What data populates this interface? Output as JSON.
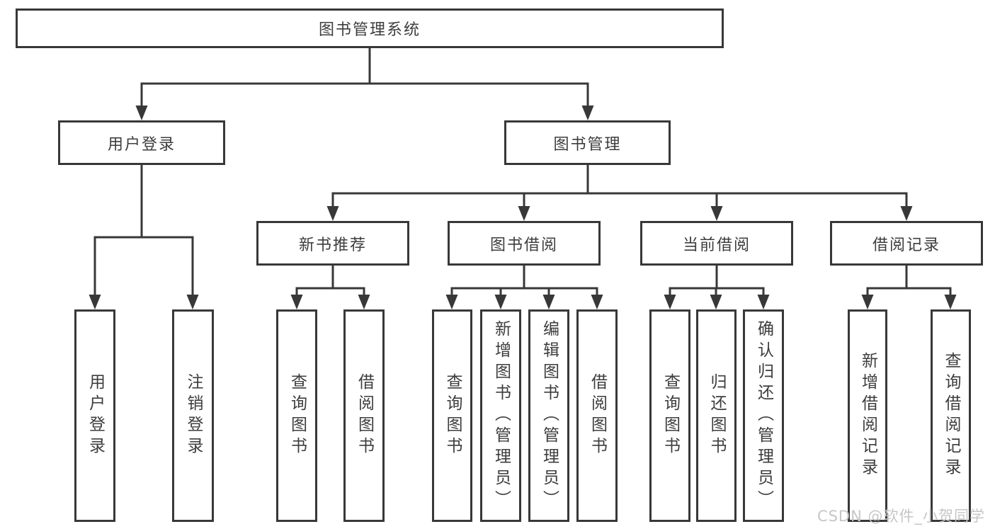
{
  "colors": {
    "line": "#383838",
    "text": "#3d3d3d",
    "box_background": "#ffffff",
    "watermark_text": "#c6c6c6"
  },
  "tree": {
    "root": "图书管理系统",
    "branches": [
      {
        "label": "用户登录",
        "children": [
          {
            "label": "用户登录"
          },
          {
            "label": "注销登录"
          }
        ]
      },
      {
        "label": "图书管理",
        "children": [
          {
            "label": "新书推荐",
            "children": [
              {
                "label": "查询图书"
              },
              {
                "label": "借阅图书"
              }
            ]
          },
          {
            "label": "图书借阅",
            "children": [
              {
                "label": "查询图书"
              },
              {
                "label": "新增图书（管理员）"
              },
              {
                "label": "编辑图书（管理员）"
              },
              {
                "label": "借阅图书"
              }
            ]
          },
          {
            "label": "当前借阅",
            "children": [
              {
                "label": "查询图书"
              },
              {
                "label": "归还图书"
              },
              {
                "label": "确认归还（管理员）"
              }
            ]
          },
          {
            "label": "借阅记录",
            "children": [
              {
                "label": "新增借阅记录"
              },
              {
                "label": "查询借阅记录"
              }
            ]
          }
        ]
      }
    ]
  },
  "watermark": {
    "text": "CSDN @软件_小贺同学"
  }
}
